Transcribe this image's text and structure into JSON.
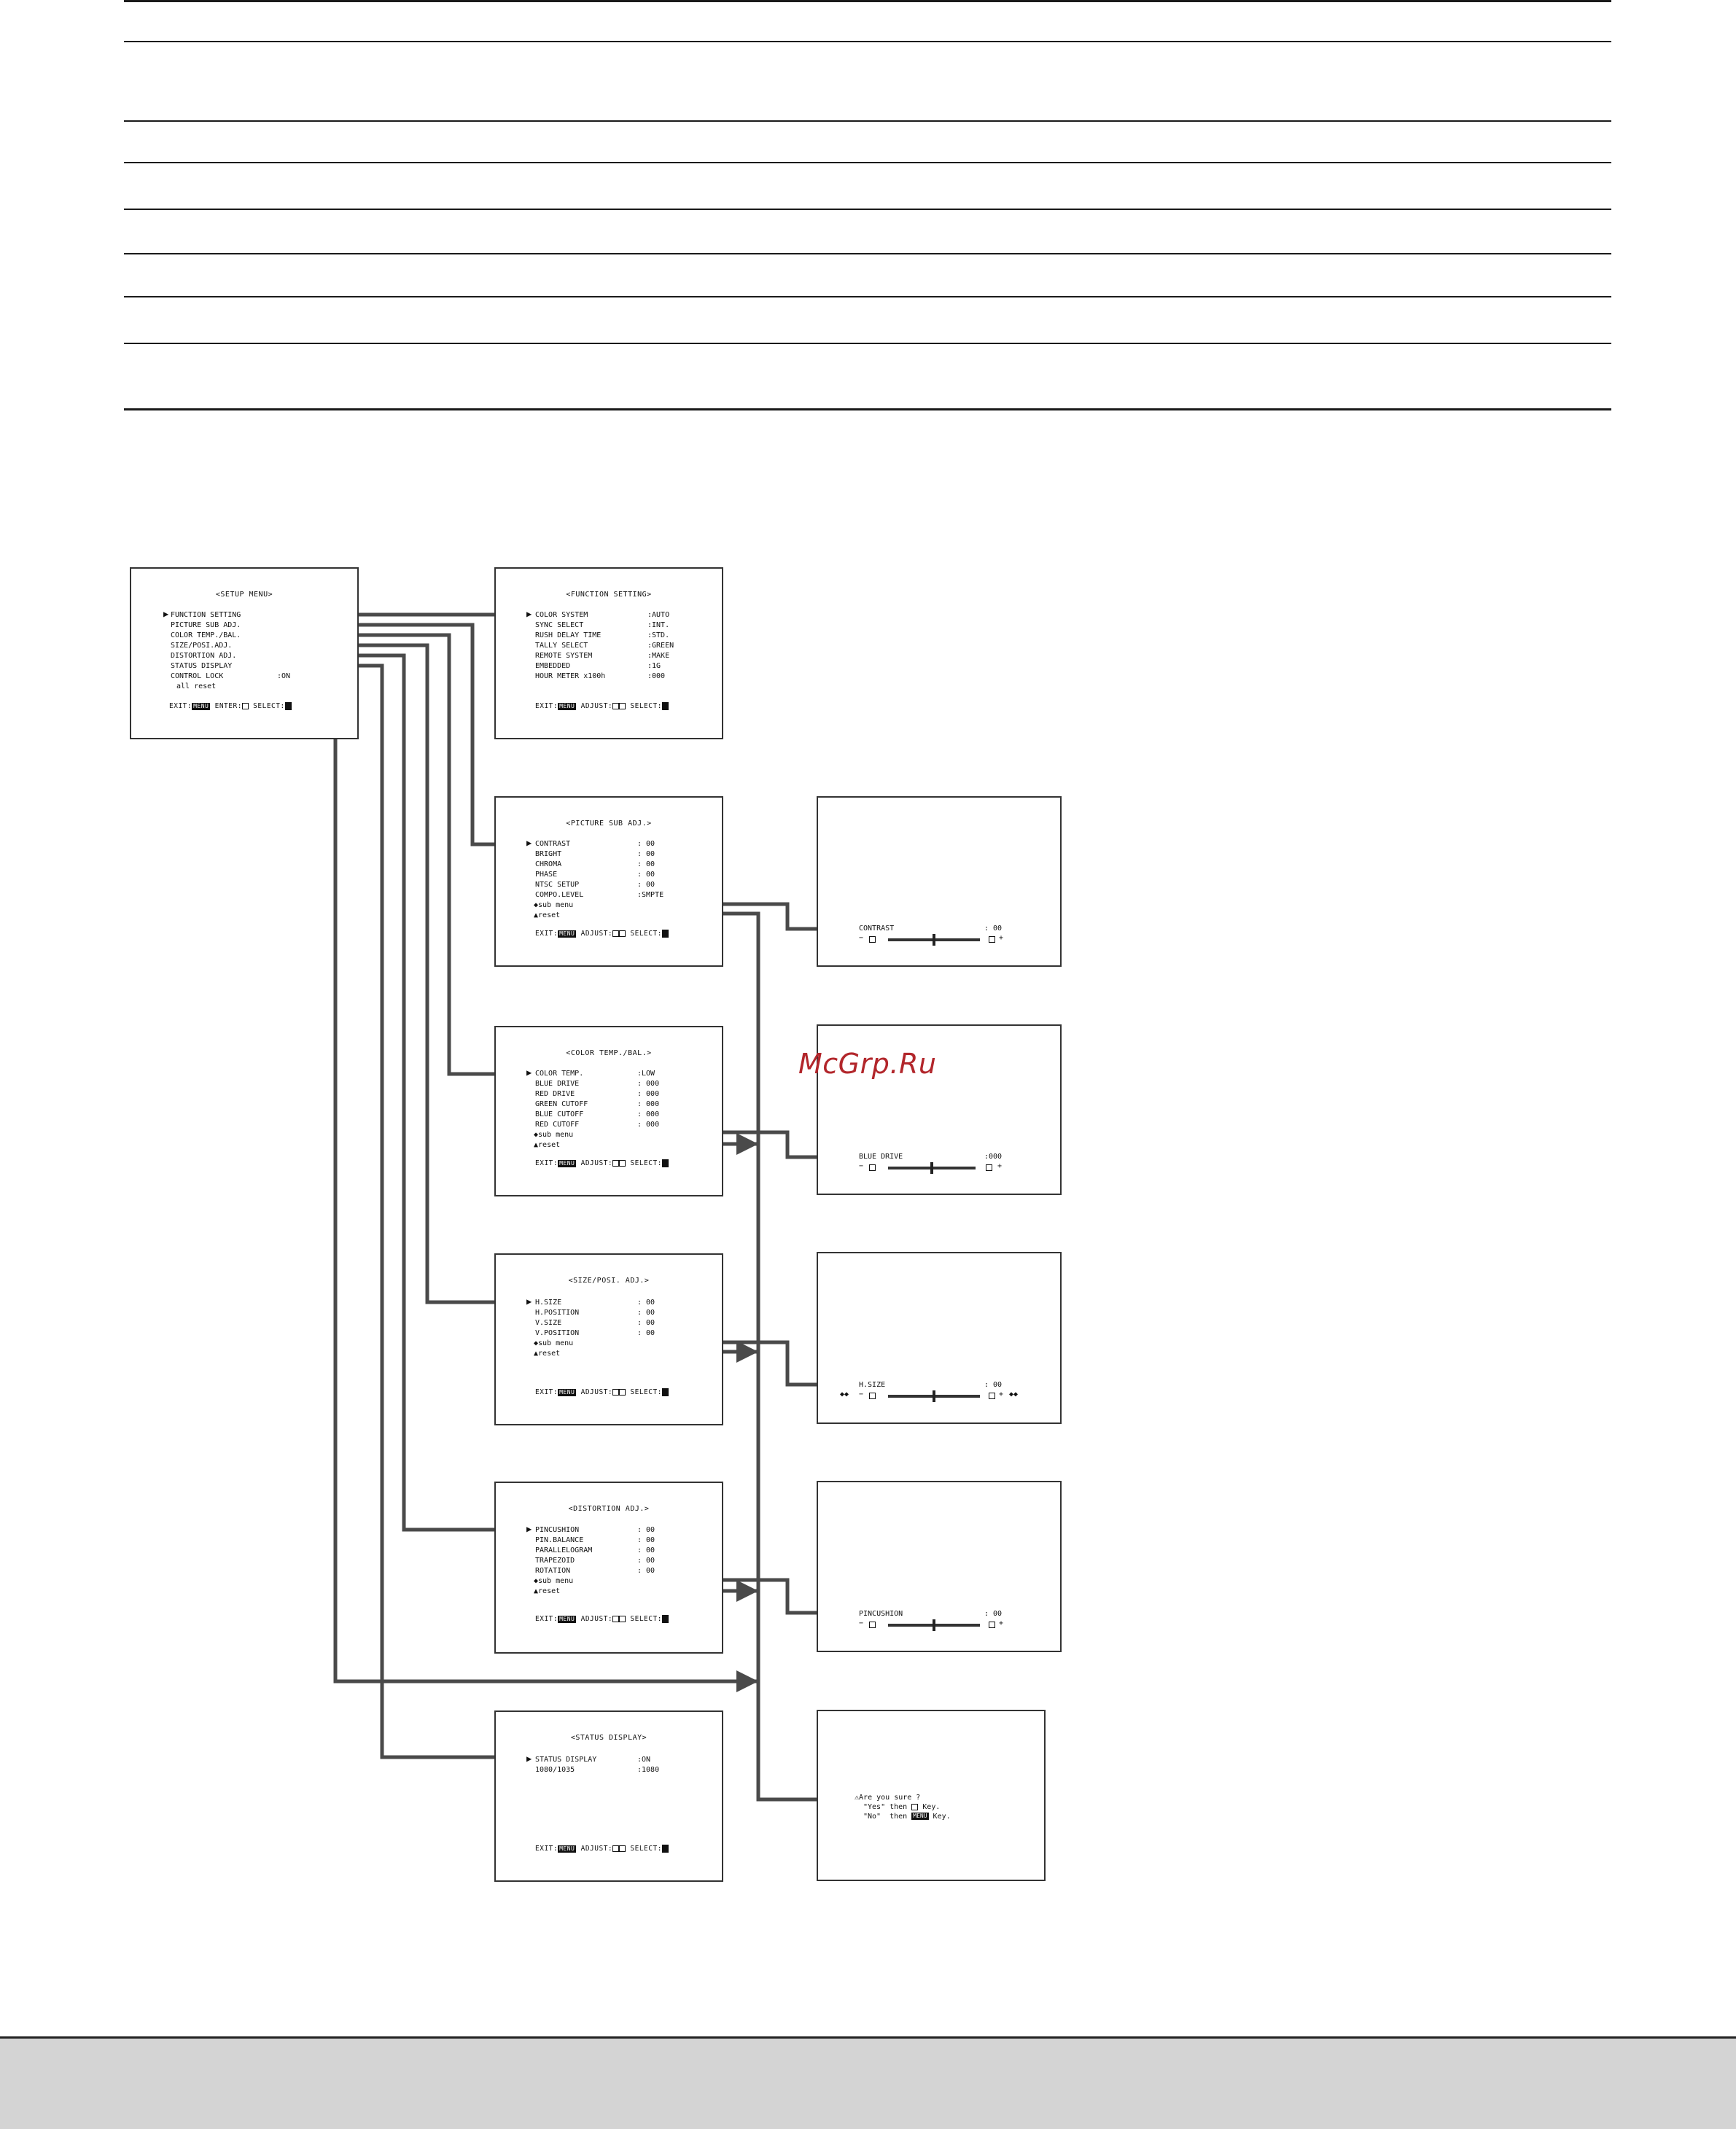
{
  "watermark": "McGrp.Ru",
  "setup_menu": {
    "title": "<SETUP MENU>",
    "items": [
      "FUNCTION SETTING",
      "PICTURE SUB ADJ.",
      "COLOR TEMP./BAL.",
      "SIZE/POSI.ADJ.",
      "DISTORTION ADJ.",
      "STATUS DISPLAY",
      "CONTROL LOCK",
      "all reset"
    ],
    "control_lock_value": ":ON",
    "footer": {
      "exit": "EXIT:",
      "exit_key": "MENU",
      "enter": "ENTER:",
      "select": "SELECT:"
    }
  },
  "function_setting": {
    "title": "<FUNCTION SETTING>",
    "rows": [
      {
        "label": "COLOR SYSTEM",
        "value": ":AUTO"
      },
      {
        "label": "SYNC SELECT",
        "value": ":INT."
      },
      {
        "label": "RUSH DELAY TIME",
        "value": ":STD."
      },
      {
        "label": "TALLY SELECT",
        "value": ":GREEN"
      },
      {
        "label": "REMOTE SYSTEM",
        "value": ":MAKE"
      },
      {
        "label": "EMBEDDED",
        "value": ":1G"
      },
      {
        "label": "HOUR METER x100h",
        "value": ":000"
      }
    ],
    "footer": {
      "exit": "EXIT:",
      "exit_key": "MENU",
      "adjust": "ADJUST:",
      "select": "SELECT:"
    }
  },
  "picture_sub": {
    "title": "<PICTURE SUB ADJ.>",
    "rows": [
      {
        "label": "CONTRAST",
        "value": ": 00"
      },
      {
        "label": "BRIGHT",
        "value": ": 00"
      },
      {
        "label": "CHROMA",
        "value": ": 00"
      },
      {
        "label": "PHASE",
        "value": ": 00"
      },
      {
        "label": "NTSC SETUP",
        "value": ": 00"
      },
      {
        "label": "COMPO.LEVEL",
        "value": ":SMPTE"
      },
      {
        "label": "sub menu",
        "value": ""
      },
      {
        "label": "reset",
        "value": ""
      }
    ],
    "footer": {
      "exit": "EXIT:",
      "exit_key": "MENU",
      "adjust": "ADJUST:",
      "select": "SELECT:"
    }
  },
  "color_temp": {
    "title": "<COLOR TEMP./BAL.>",
    "rows": [
      {
        "label": "COLOR TEMP.",
        "value": ":LOW"
      },
      {
        "label": "BLUE DRIVE",
        "value": ": 000"
      },
      {
        "label": "RED DRIVE",
        "value": ": 000"
      },
      {
        "label": "GREEN CUTOFF",
        "value": ": 000"
      },
      {
        "label": "BLUE CUTOFF",
        "value": ": 000"
      },
      {
        "label": "RED CUTOFF",
        "value": ": 000"
      },
      {
        "label": "sub menu",
        "value": ""
      },
      {
        "label": "reset",
        "value": ""
      }
    ],
    "footer": {
      "exit": "EXIT:",
      "exit_key": "MENU",
      "adjust": "ADJUST:",
      "select": "SELECT:"
    }
  },
  "size_posi": {
    "title": "<SIZE/POSI. ADJ.>",
    "rows": [
      {
        "label": "H.SIZE",
        "value": ": 00"
      },
      {
        "label": "H.POSITION",
        "value": ": 00"
      },
      {
        "label": "V.SIZE",
        "value": ": 00"
      },
      {
        "label": "V.POSITION",
        "value": ": 00"
      },
      {
        "label": "sub menu",
        "value": ""
      },
      {
        "label": "reset",
        "value": ""
      }
    ],
    "footer": {
      "exit": "EXIT:",
      "exit_key": "MENU",
      "adjust": "ADJUST:",
      "select": "SELECT:"
    }
  },
  "distortion": {
    "title": "<DISTORTION ADJ.>",
    "rows": [
      {
        "label": "PINCUSHION",
        "value": ": 00"
      },
      {
        "label": "PIN.BALANCE",
        "value": ": 00"
      },
      {
        "label": "PARALLELOGRAM",
        "value": ": 00"
      },
      {
        "label": "TRAPEZOID",
        "value": ": 00"
      },
      {
        "label": "ROTATION",
        "value": ": 00"
      },
      {
        "label": "sub menu",
        "value": ""
      },
      {
        "label": "reset",
        "value": ""
      }
    ],
    "footer": {
      "exit": "EXIT:",
      "exit_key": "MENU",
      "adjust": "ADJUST:",
      "select": "SELECT:"
    }
  },
  "status_display": {
    "title": "<STATUS DISPLAY>",
    "rows": [
      {
        "label": "STATUS DISPLAY",
        "value": ":ON"
      },
      {
        "label": "1080/1035",
        "value": ":1080"
      }
    ],
    "footer": {
      "exit": "EXIT:",
      "exit_key": "MENU",
      "adjust": "ADJUST:",
      "select": "SELECT:"
    }
  },
  "sliders": [
    {
      "label": "CONTRAST",
      "value": ": 00",
      "minus": "−",
      "plus": "+",
      "level": 0.5
    },
    {
      "label": "BLUE DRIVE",
      "value": ":000",
      "minus": "−",
      "plus": "+",
      "level": 0.5
    },
    {
      "label": "H.SIZE",
      "value": ": 00",
      "minus": "−",
      "plus": "+",
      "level": 0.5
    },
    {
      "label": "PINCUSHION",
      "value": ": 00",
      "minus": "−",
      "plus": "+",
      "level": 0.5
    }
  ],
  "confirm": {
    "line1": "Are you sure ?",
    "line2_a": "\"Yes\" then",
    "line2_b": "Key.",
    "line3_a": "\"No\"  then",
    "line3_key": "MENU",
    "line3_b": "Key."
  }
}
